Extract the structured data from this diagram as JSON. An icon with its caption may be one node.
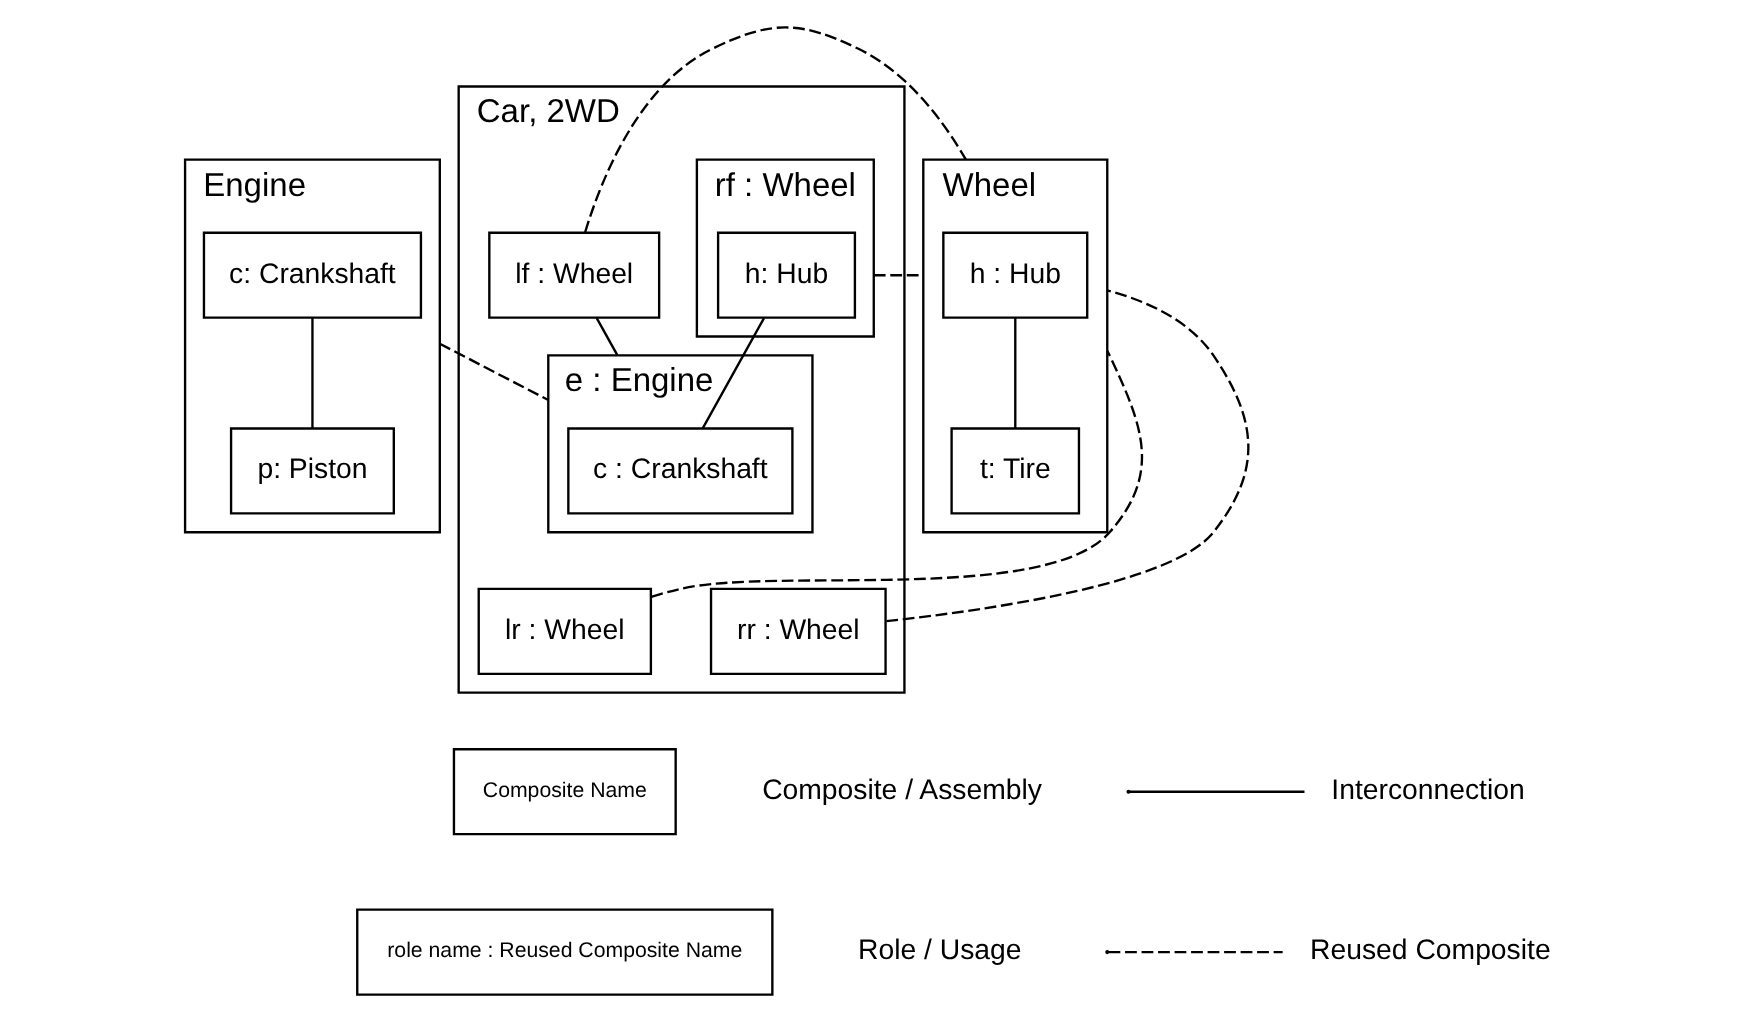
{
  "diagram": {
    "nodes": [
      {
        "text": [
          "Engine"
        ]
      },
      {
        "text": [
          "c: Crankshaft"
        ],
        "in": 0
      },
      {
        "text": [
          "p: Piston"
        ],
        "in": 0
      },
      {
        "text": [
          "Car, 2WD"
        ]
      },
      {
        "text": [
          "lf : Wheel"
        ],
        "in": 3
      },
      {
        "text": [
          "rf : Wheel"
        ],
        "in": 3
      },
      {
        "text": [
          "h: Hub"
        ],
        "in": 5
      },
      {
        "text": [
          "e : Engine"
        ],
        "in": 3
      },
      {
        "text": [
          "c : Crankshaft"
        ],
        "in": 7
      },
      {
        "text": [
          "lr : Wheel"
        ],
        "in": 3
      },
      {
        "text": [
          "rr : Wheel"
        ],
        "in": 3
      },
      {
        "text": [
          "Wheel"
        ]
      },
      {
        "text": [
          "h : Hub"
        ],
        "in": 11
      },
      {
        "text": [
          "t: Tire"
        ],
        "in": 11
      },
      {
        "text": [
          "Composite Name"
        ],
        "beside": [
          "Composite / Assembly"
        ]
      },
      {
        "text": [
          "role name : Reused Composite Name"
        ],
        "beside": [
          "Role / Usage"
        ]
      }
    ],
    "edges": [
      {
        "from": 1,
        "to": 2,
        "arrow": "none"
      },
      {
        "from": 0,
        "to": 7,
        "arrow": "none",
        "style": "dashed"
      },
      {
        "from": 4,
        "to": 7,
        "arrow": "none"
      },
      {
        "from": 6,
        "to": 8,
        "arrow": "none"
      },
      {
        "from": 4,
        "to": 11,
        "arrow": "none",
        "style": "dashed"
      },
      {
        "from": 5,
        "to": 11,
        "arrow": "none",
        "style": "dashed"
      },
      {
        "from": 10,
        "to": 11,
        "arrow": "none",
        "style": "dashed"
      },
      {
        "from": 9,
        "to": 11,
        "arrow": "none",
        "style": "dashed"
      },
      {
        "from": 12,
        "to": 13,
        "arrow": "none"
      }
    ],
    "legend": [
      {
        "text": "Interconnection"
      },
      {
        "text": "Reused Composite"
      }
    ]
  }
}
